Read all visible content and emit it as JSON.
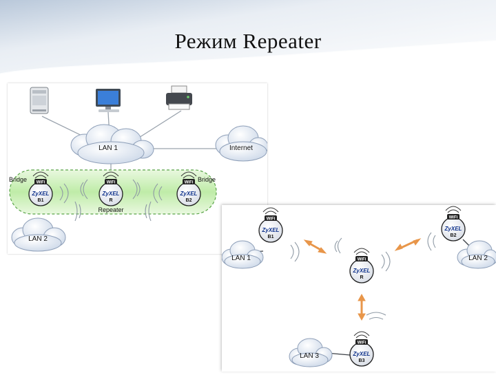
{
  "slide": {
    "title": "Режим Repeater"
  },
  "diagram1": {
    "clouds": {
      "lan1": "LAN 1",
      "internet": "Internet",
      "lan2": "LAN 2"
    },
    "labels": {
      "bridge_left": "Bridge",
      "bridge_right": "Bridge",
      "repeater": "Repeater"
    },
    "devices": [
      {
        "brand": "ZyXEL",
        "id": "B1"
      },
      {
        "brand": "ZyXEL",
        "id": "R"
      },
      {
        "brand": "ZyXEL",
        "id": "B2"
      }
    ]
  },
  "diagram2": {
    "clouds": {
      "lan1": "LAN 1",
      "lan2": "LAN 2",
      "lan3": "LAN 3"
    },
    "devices": [
      {
        "brand": "ZyXEL",
        "id": "B1"
      },
      {
        "brand": "ZyXEL",
        "id": "B2"
      },
      {
        "brand": "ZyXEL",
        "id": "R"
      },
      {
        "brand": "ZyXEL",
        "id": "B3"
      }
    ]
  },
  "colors": {
    "link_arrow": "#e8964a",
    "zone_fill": "#c6efb0"
  },
  "icons": {
    "wifi": "wifi-icon",
    "server": "server-icon",
    "computer": "computer-icon",
    "printer": "printer-icon"
  }
}
